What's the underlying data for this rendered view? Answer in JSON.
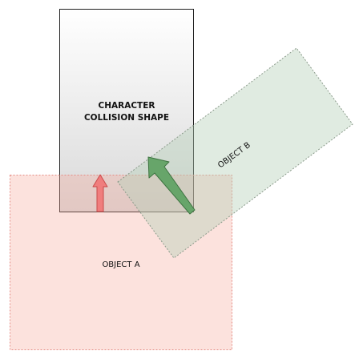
{
  "labels": {
    "character_line1": "CHARACTER",
    "character_line2": "COLLISION SHAPE",
    "object_a": "OBJECT A",
    "object_b": "OBJECT B"
  },
  "colors": {
    "object_a_fill": "#fde2dc",
    "object_b_fill": "#dfe9df",
    "character_border": "#1f1f1f",
    "red_arrow": "#e86f6f",
    "green_arrow": "#5f9b62"
  }
}
